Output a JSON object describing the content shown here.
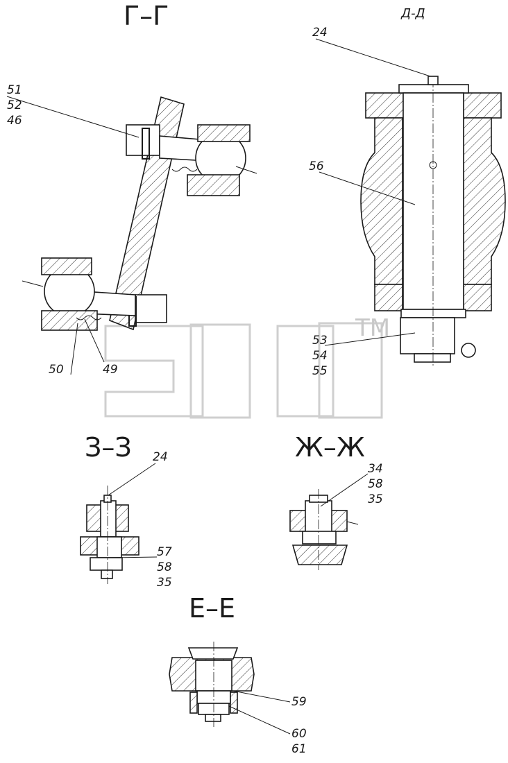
{
  "views": {
    "gg": "Г–Г",
    "dd": "Д-Д",
    "zz": "З–З",
    "zhzh": "Ж–Ж",
    "ee": "Е–Е"
  },
  "watermark": {
    "tm": "TM"
  },
  "callouts": {
    "gg_top": [
      "51",
      "52",
      "46"
    ],
    "gg_50": "50",
    "gg_49": "49",
    "dd_24": "24",
    "dd_56": "56",
    "dd_bottom": [
      "53",
      "54",
      "55"
    ],
    "zz_24": "24",
    "zz_bottom": [
      "57",
      "58",
      "35"
    ],
    "zhzh": [
      "34",
      "58",
      "35"
    ],
    "ee_59": "59",
    "ee_bottom": [
      "60",
      "61"
    ]
  }
}
